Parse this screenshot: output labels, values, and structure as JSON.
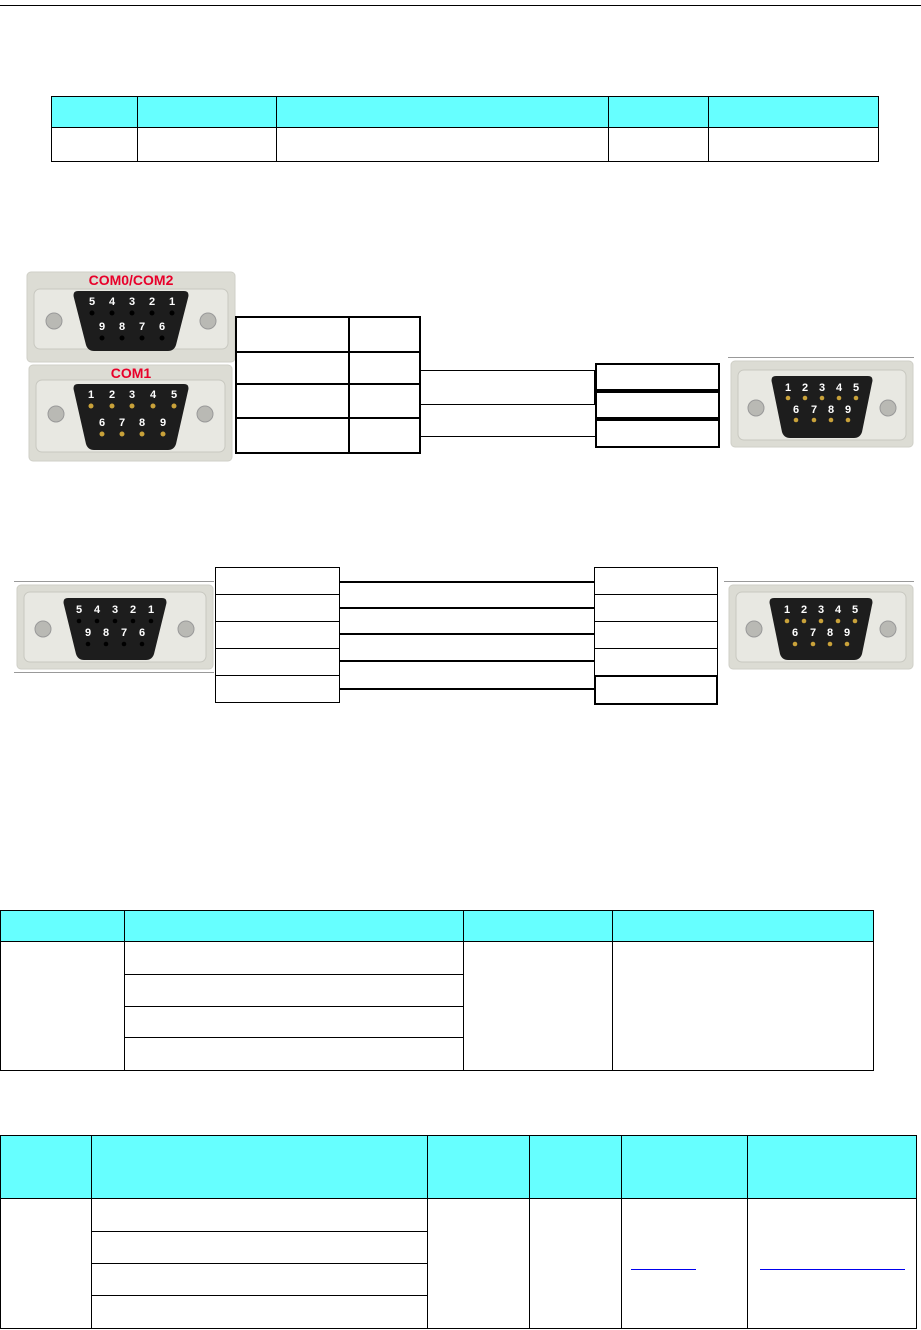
{
  "colors": {
    "header_fill": "#66ffff",
    "port_label": "#e8002a",
    "link": "#0000ee"
  },
  "table1": {
    "header": [
      "",
      "",
      "",
      "",
      ""
    ],
    "rows": [
      [
        "",
        "",
        "",
        "",
        ""
      ]
    ]
  },
  "connectors": {
    "top_left_label": "COM0/COM2",
    "top_left_pins_row1": [
      "5",
      "4",
      "3",
      "2",
      "1"
    ],
    "top_left_pins_row2": [
      "9",
      "8",
      "7",
      "6"
    ],
    "mid_left_label": "COM1",
    "male_pins_row1": [
      "1",
      "2",
      "3",
      "4",
      "5"
    ],
    "male_pins_row2": [
      "6",
      "7",
      "8",
      "9"
    ]
  },
  "table3": {
    "header": [
      "",
      "",
      "",
      ""
    ],
    "first_cell": "",
    "mid_rows": [
      "",
      "",
      "",
      ""
    ]
  },
  "table4": {
    "header": [
      "",
      "",
      "",
      "",
      "",
      ""
    ],
    "mid_rows": [
      "",
      "",
      "",
      ""
    ]
  }
}
